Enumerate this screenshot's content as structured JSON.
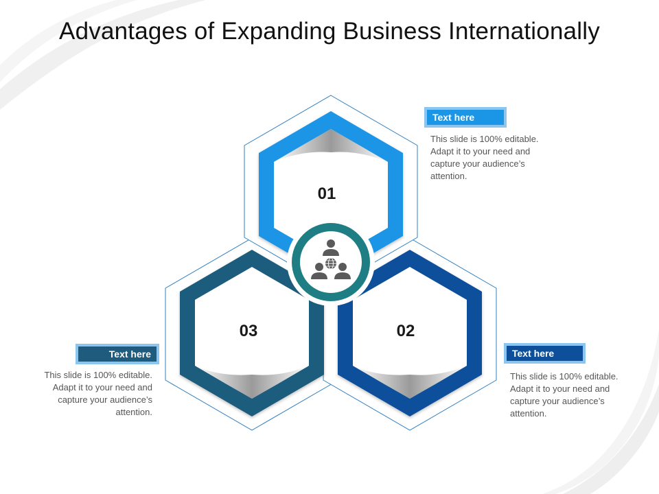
{
  "title": "Advantages of Expanding Business Internationally",
  "colors": {
    "item1": "#1b95e6",
    "item2": "#0d4f9a",
    "item3": "#1e5b7c",
    "center": "#1e7e84",
    "outline": "#2e7fc2",
    "label_border": "#8cc6ee",
    "text": "#555555"
  },
  "center_icon": "global-team-icon",
  "items": [
    {
      "number": "01",
      "label": "Text here",
      "description": "This slide is 100% editable. Adapt it to your need and capture your audience’s attention."
    },
    {
      "number": "02",
      "label": "Text here",
      "description": "This slide is 100% editable. Adapt it to your need and capture your audience’s attention."
    },
    {
      "number": "03",
      "label": "Text here",
      "description": "This slide is 100% editable. Adapt it to your need and capture your audience’s attention."
    }
  ]
}
